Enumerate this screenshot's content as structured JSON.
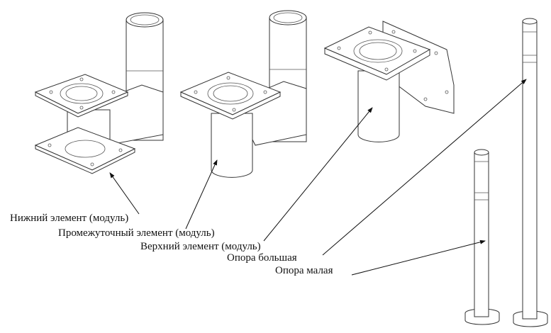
{
  "figure": {
    "labels": {
      "lower_module": "Нижний элемент (модуль)",
      "middle_module": "Промежуточный элемент (модуль)",
      "upper_module": "Верхний элемент (модуль)",
      "pole_large": "Опора большая",
      "pole_small": "Опора малая"
    }
  }
}
